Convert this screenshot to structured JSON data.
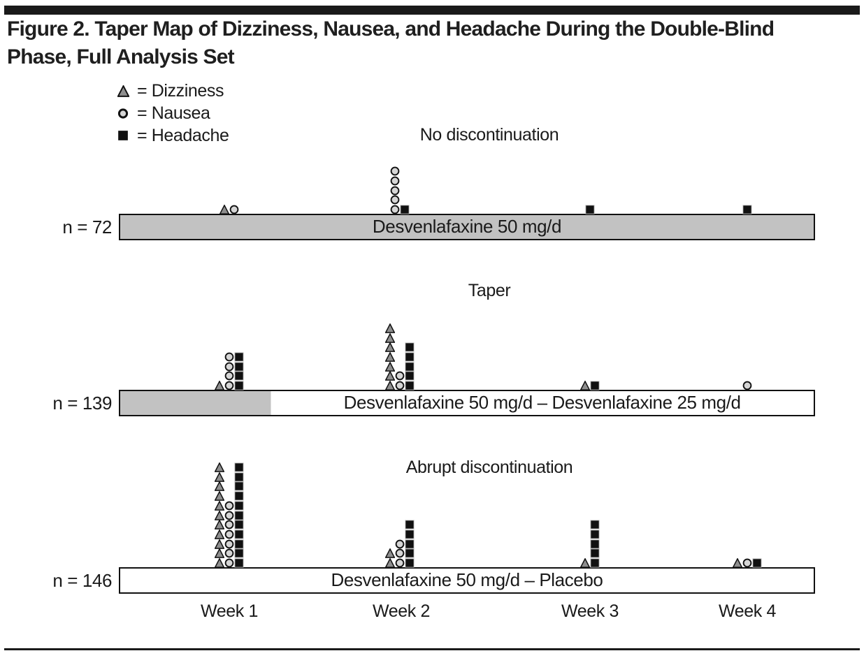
{
  "page": {
    "title": "Figure 2. Taper Map of Dizziness, Nausea, and Headache During the Double-Blind Phase, Full Analysis Set"
  },
  "legend": {
    "items": [
      {
        "symbol": "triangle",
        "label": "= Dizziness"
      },
      {
        "symbol": "circle",
        "label": "= Nausea"
      },
      {
        "symbol": "square",
        "label": "= Headache"
      }
    ]
  },
  "chart_data": {
    "type": "scatter",
    "subtype": "taper-event-map",
    "x_categories": [
      "Week 1",
      "Week 2",
      "Week 3",
      "Week 4"
    ],
    "symbols": {
      "dizziness": "triangle",
      "nausea": "circle",
      "headache": "square"
    },
    "colors": {
      "dizziness_fill": "#8e8e8e",
      "nausea_fill": "#d6d6d6",
      "headache_fill": "#111111",
      "outline": "#111111",
      "bar_gray": "#c2c2c2",
      "rule_black": "#1a1a1a"
    },
    "panels": [
      {
        "title": "No discontinuation",
        "n_label": "n = 72",
        "bar_label": "Desvenlafaxine 50 mg/d",
        "bar_gray_fraction": 1,
        "events": [
          {
            "week": "Week 1",
            "dizziness": 1,
            "nausea": 1,
            "headache": 0
          },
          {
            "week": "Week 2",
            "dizziness": 0,
            "nausea": 5,
            "headache": 1
          },
          {
            "week": "Week 3",
            "dizziness": 0,
            "nausea": 0,
            "headache": 1
          },
          {
            "week": "Week 4",
            "dizziness": 0,
            "nausea": 0,
            "headache": 1
          }
        ]
      },
      {
        "title": "Taper",
        "n_label": "n = 139",
        "bar_label": "Desvenlafaxine 50 mg/d – Desvenlafaxine 25 mg/d",
        "bar_gray_fraction": 0.217,
        "events": [
          {
            "week": "Week 1",
            "dizziness": 1,
            "nausea": 4,
            "headache": 4
          },
          {
            "week": "Week 2",
            "dizziness": 7,
            "nausea": 2,
            "headache": 5
          },
          {
            "week": "Week 3",
            "dizziness": 1,
            "nausea": 0,
            "headache": 1
          },
          {
            "week": "Week 4",
            "dizziness": 0,
            "nausea": 1,
            "headache": 0
          }
        ]
      },
      {
        "title": "Abrupt discontinuation",
        "n_label": "n = 146",
        "bar_label": "Desvenlafaxine 50 mg/d – Placebo",
        "bar_gray_fraction": 0,
        "events": [
          {
            "week": "Week 1",
            "dizziness": 11,
            "nausea": 7,
            "headache": 11
          },
          {
            "week": "Week 2",
            "dizziness": 2,
            "nausea": 3,
            "headache": 5
          },
          {
            "week": "Week 3",
            "dizziness": 1,
            "nausea": 0,
            "headache": 5
          },
          {
            "week": "Week 4",
            "dizziness": 1,
            "nausea": 1,
            "headache": 1
          }
        ]
      }
    ]
  }
}
